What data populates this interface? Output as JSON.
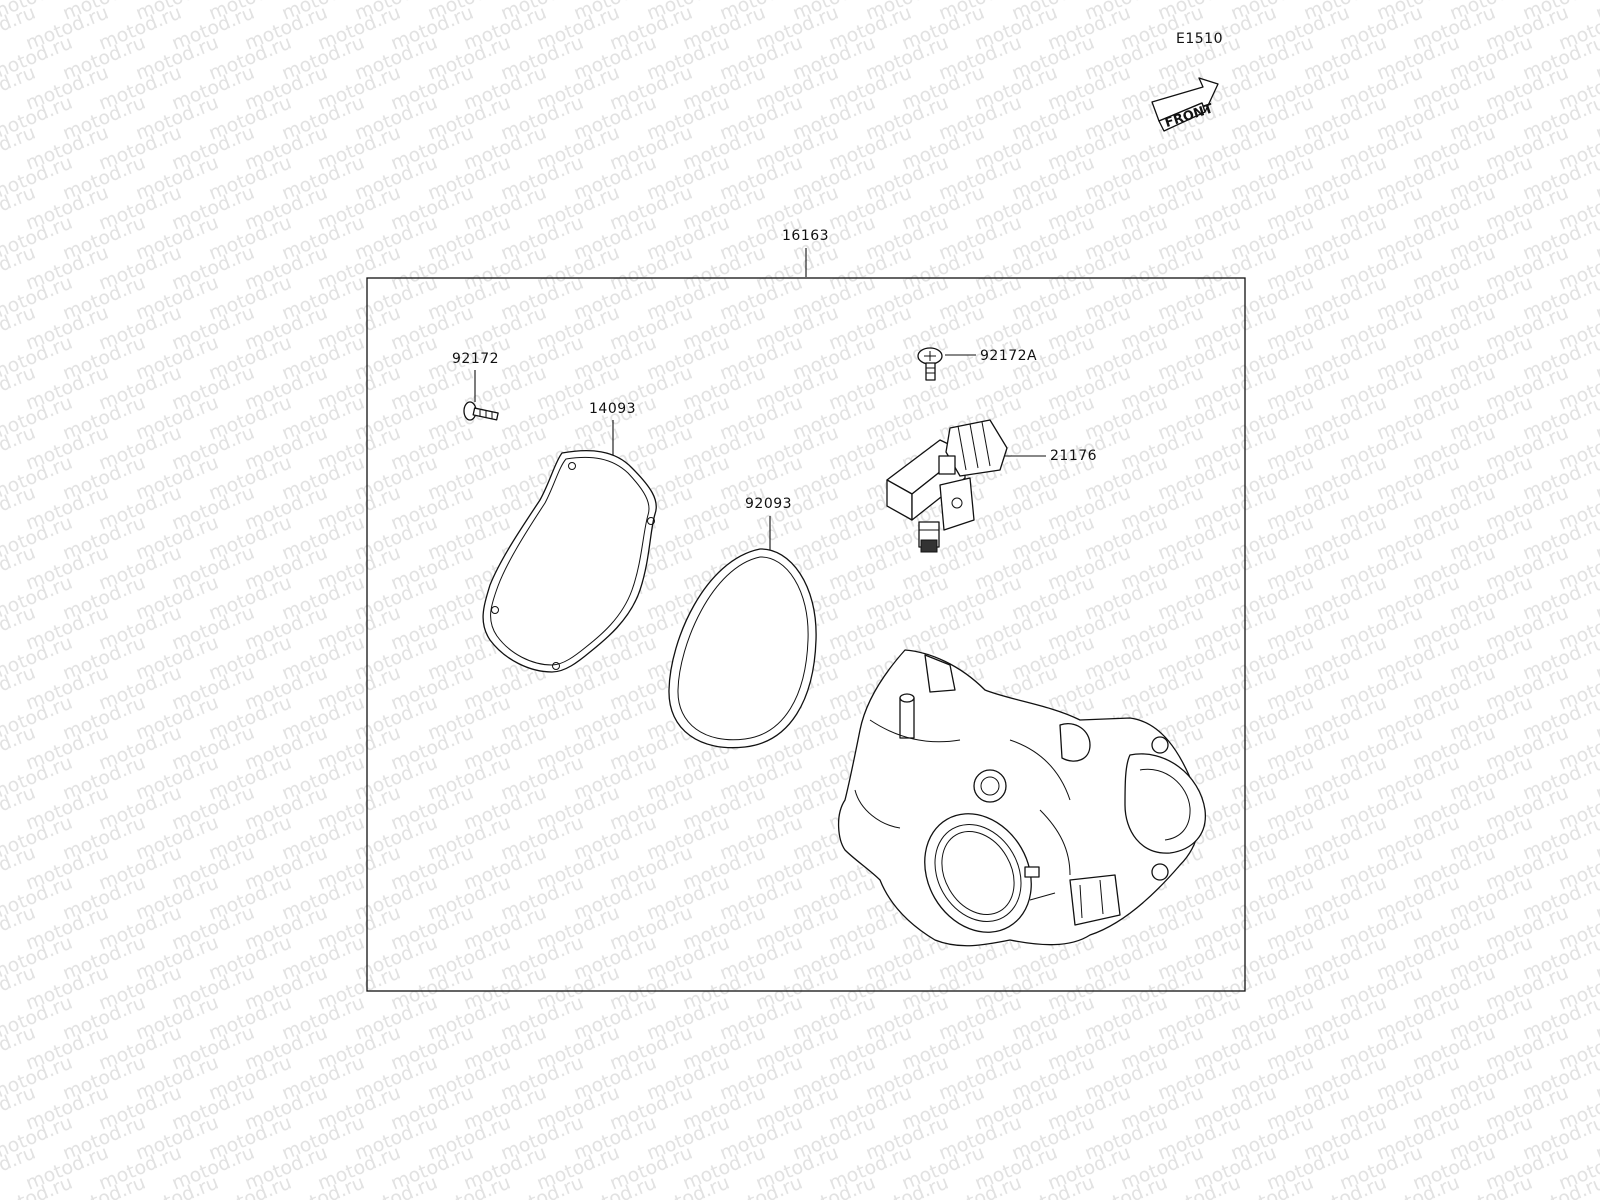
{
  "diagram_code": "E1510",
  "front_marker": "FRONT",
  "watermark_text": "motod.ru",
  "assembly": {
    "part_number": "16163"
  },
  "parts": [
    {
      "id": "bolt-left",
      "part_number": "92172"
    },
    {
      "id": "gasket",
      "part_number": "14093"
    },
    {
      "id": "o-ring",
      "part_number": "92093"
    },
    {
      "id": "screw-right",
      "part_number": "92172A"
    },
    {
      "id": "sensor",
      "part_number": "21176"
    }
  ],
  "colors": {
    "line": "#111111",
    "watermark": "#e2e2e2",
    "background": "#ffffff"
  }
}
